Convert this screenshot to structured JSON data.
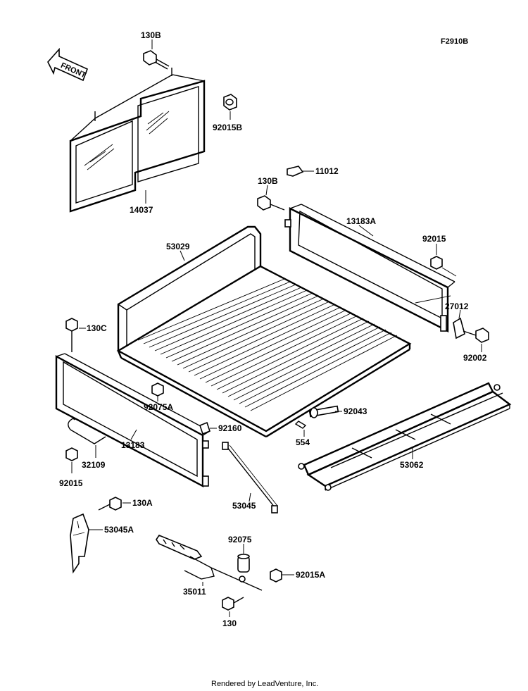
{
  "diagram_code": "F2910B",
  "front_arrow_label": "FRONT",
  "footer": "Rendered by LeadVenture, Inc.",
  "labels": {
    "p130B_top": "130B",
    "p92015B": "92015B",
    "p14037": "14037",
    "p11012": "11012",
    "p130B_mid": "130B",
    "p13183A": "13183A",
    "p92015_right": "92015",
    "p53029": "53029",
    "p27012": "27012",
    "p92002": "92002",
    "p130C": "130C",
    "p92075A": "92075A",
    "p92043": "92043",
    "p554": "554",
    "p92160": "92160",
    "p32109": "32109",
    "p13183": "13183",
    "p92015_left": "92015",
    "p53062": "53062",
    "p53045": "53045",
    "p130A": "130A",
    "p53045A": "53045A",
    "p92075": "92075",
    "p92015A": "92015A",
    "p35011": "35011",
    "p130": "130"
  }
}
